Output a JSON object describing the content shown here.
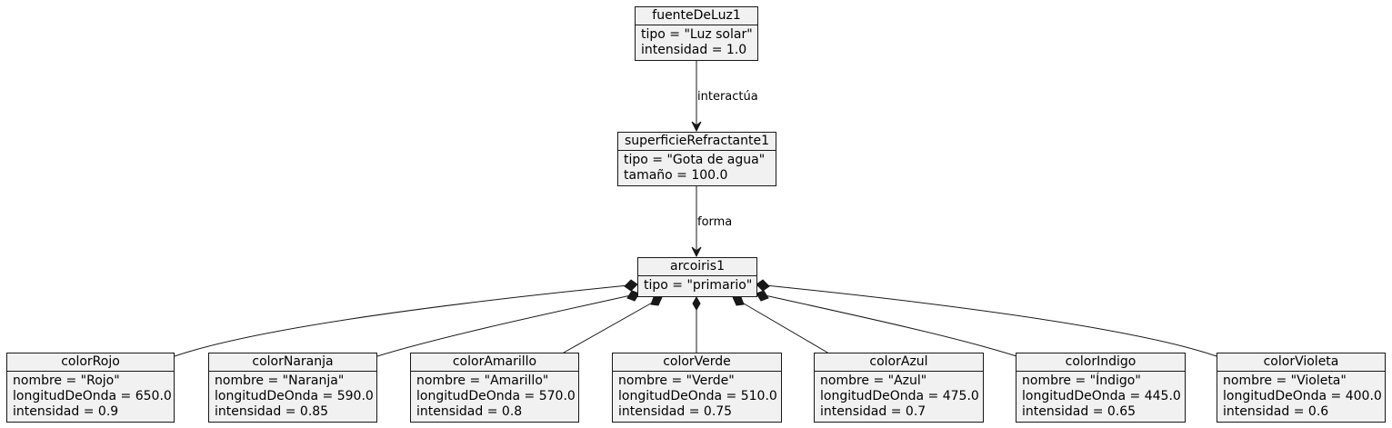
{
  "objects": {
    "fuenteDeLuz1": {
      "name": "fuenteDeLuz1",
      "attrs": [
        "tipo = \"Luz solar\"",
        "intensidad = 1.0"
      ]
    },
    "superficieRefractante1": {
      "name": "superficieRefractante1",
      "attrs": [
        "tipo = \"Gota de agua\"",
        "tamaño = 100.0"
      ]
    },
    "arcoiris1": {
      "name": "arcoiris1",
      "attrs": [
        "tipo = \"primario\""
      ]
    },
    "colorRojo": {
      "name": "colorRojo",
      "attrs": [
        "nombre = \"Rojo\"",
        "longitudDeOnda = 650.0",
        "intensidad = 0.9"
      ]
    },
    "colorNaranja": {
      "name": "colorNaranja",
      "attrs": [
        "nombre = \"Naranja\"",
        "longitudDeOnda = 590.0",
        "intensidad = 0.85"
      ]
    },
    "colorAmarillo": {
      "name": "colorAmarillo",
      "attrs": [
        "nombre = \"Amarillo\"",
        "longitudDeOnda = 570.0",
        "intensidad = 0.8"
      ]
    },
    "colorVerde": {
      "name": "colorVerde",
      "attrs": [
        "nombre = \"Verde\"",
        "longitudDeOnda = 510.0",
        "intensidad = 0.75"
      ]
    },
    "colorAzul": {
      "name": "colorAzul",
      "attrs": [
        "nombre = \"Azul\"",
        "longitudDeOnda = 475.0",
        "intensidad = 0.7"
      ]
    },
    "colorIndigo": {
      "name": "colorIndigo",
      "attrs": [
        "nombre = \"Índigo\"",
        "longitudDeOnda = 445.0",
        "intensidad = 0.65"
      ]
    },
    "colorVioleta": {
      "name": "colorVioleta",
      "attrs": [
        "nombre = \"Violeta\"",
        "longitudDeOnda = 400.0",
        "intensidad = 0.6"
      ]
    }
  },
  "relations": {
    "interactua": {
      "label": "interactúa",
      "from": "fuenteDeLuz1",
      "to": "superficieRefractante1",
      "type": "association"
    },
    "forma": {
      "label": "forma",
      "from": "superficieRefractante1",
      "to": "arcoiris1",
      "type": "association"
    },
    "compositions": [
      {
        "from": "arcoiris1",
        "to": "colorRojo",
        "type": "composition"
      },
      {
        "from": "arcoiris1",
        "to": "colorNaranja",
        "type": "composition"
      },
      {
        "from": "arcoiris1",
        "to": "colorAmarillo",
        "type": "composition"
      },
      {
        "from": "arcoiris1",
        "to": "colorVerde",
        "type": "composition"
      },
      {
        "from": "arcoiris1",
        "to": "colorAzul",
        "type": "composition"
      },
      {
        "from": "arcoiris1",
        "to": "colorIndigo",
        "type": "composition"
      },
      {
        "from": "arcoiris1",
        "to": "colorVioleta",
        "type": "composition"
      }
    ]
  },
  "colors": {
    "box_fill": "#f1f1f1",
    "line": "#181818"
  }
}
